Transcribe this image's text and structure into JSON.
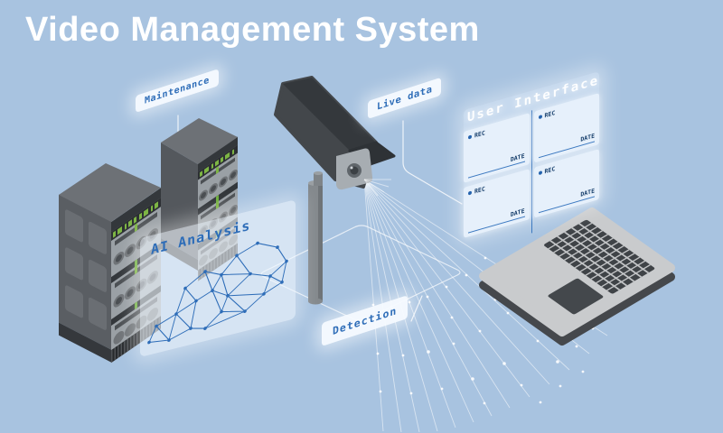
{
  "title": "Video Management System",
  "labels": {
    "maintenance": "Maintenance",
    "live_data": "Live data",
    "ai_analysis": "AI Analysis",
    "detection": "Detection"
  },
  "ui_panel": {
    "title": "User Interface",
    "screens": [
      {
        "rec": "REC",
        "date": "DATE"
      },
      {
        "rec": "REC",
        "date": "DATE"
      },
      {
        "rec": "REC",
        "date": "DATE"
      },
      {
        "rec": "REC",
        "date": "DATE"
      }
    ]
  },
  "colors": {
    "background": "#a8c3e0",
    "accent_blue": "#2e6db8",
    "panel_white": "#f2f8ff",
    "led_green": "#7db544",
    "camera_gray": "#43474b",
    "rack_gray": "#5a5e63",
    "laptop_gray": "#c9cbcd",
    "title_white": "#ffffff"
  }
}
